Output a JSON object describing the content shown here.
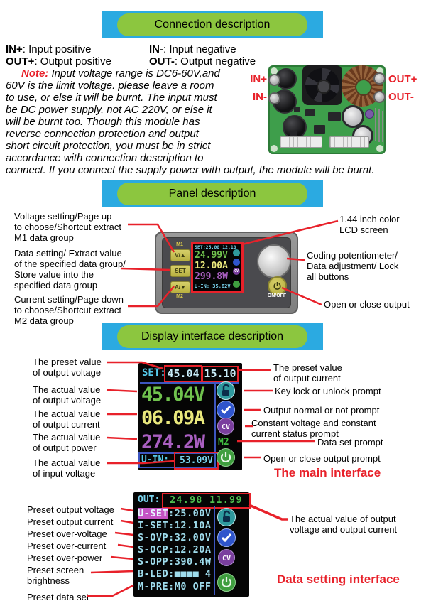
{
  "colors": {
    "accent_red": "#E8212A",
    "header_blue": "#2BAAE1",
    "header_green": "#8CC63F",
    "lcd_cyan": "#55C8E8",
    "lcd_green": "#70C24E",
    "lcd_yellow": "#E9E87C",
    "lcd_purple": "#A95FC0"
  },
  "connection": {
    "header": "Connection description",
    "terms": {
      "in_plus": "IN+",
      "in_plus_desc": ": Input positive",
      "in_minus": "IN-",
      "in_minus_desc": ": Input negative",
      "out_plus": "OUT+",
      "out_plus_desc": ": Output positive",
      "out_minus": "OUT-",
      "out_minus_desc": ": Output negative"
    },
    "note_label": "Note:",
    "note_lines": [
      "Input voltage range is DC6-60V,and",
      "60V is the limit voltage. please leave a room",
      "to use, or else it will be burnt. The input must",
      "be DC power supply, not AC 220V, or else it",
      "will be burnt too. Though this module has",
      "reverse connection protection and output",
      "short circuit protection, you must be in strict",
      "accordance with connection description to",
      "connect. If you connect the supply power with output, the module will be burnt."
    ],
    "board_labels": {
      "in_plus": "IN+",
      "in_minus": "IN-",
      "out_plus": "OUT+",
      "out_minus": "OUT-"
    }
  },
  "panel": {
    "header": "Panel description",
    "left_labels": [
      [
        "Voltage setting/Page up",
        "to choose/Shortcut extract",
        "M1 data group"
      ],
      [
        "Data setting/ Extract value",
        "of the specified data group/",
        "Store value into the",
        "specified data group"
      ],
      [
        "Current setting/Page down",
        "to choose/Shortcut extract",
        "M2 data group"
      ]
    ],
    "right_labels": [
      [
        "1.44 inch color",
        "LCD screen"
      ],
      [
        "Coding potentiometer/",
        "Data adjustment/ Lock",
        "all buttons"
      ],
      [
        "Open or close output"
      ]
    ],
    "device": {
      "m1": "M1",
      "m2": "M2",
      "btn_voltage": "V/▲",
      "btn_set": "SET",
      "btn_current": "A/▼",
      "onoff": "ON/OFF",
      "lcd": {
        "top": "SET:25.00 12.10",
        "voltage": "24.99V",
        "current": "12.00A",
        "power": "299.8W",
        "input": "U-IN: 35.62V",
        "cv": "CV"
      }
    }
  },
  "display": {
    "header": "Display interface description",
    "main": {
      "left_labels": [
        [
          "The preset value",
          "of output voltage"
        ],
        [
          "The actual value",
          "of output voltage"
        ],
        [
          "The actual value",
          "of output current"
        ],
        [
          "The actual value",
          "of output power"
        ],
        [
          "The actual value",
          "of input voltage"
        ]
      ],
      "right_labels": {
        "preset_current": [
          "The preset value",
          "of output current"
        ],
        "key_lock": "Key lock or unlock prompt",
        "output_normal": "Output normal or not prompt",
        "cv_cc": [
          "Constant voltage and constant",
          "current status prompt"
        ],
        "data_set": "Data set prompt",
        "open_close": "Open or close output prompt"
      },
      "caption": "The main interface",
      "lcd": {
        "set_label": "SET:",
        "preset_voltage": "45.04",
        "preset_current": "15.10",
        "voltage": "45.04V",
        "current": "06.09A",
        "power": "274.2W",
        "uin_label": "U-IN:",
        "input_voltage": "53.09V",
        "m2": "M2",
        "cv": "CV"
      }
    },
    "setting": {
      "left_labels": [
        [
          "Preset output voltage"
        ],
        [
          "Preset output current"
        ],
        [
          "Preset over-voltage"
        ],
        [
          "Preset over-current"
        ],
        [
          "Preset over-power"
        ],
        [
          "Preset screen",
          "brightness"
        ],
        [
          "Preset data set"
        ]
      ],
      "right_label": [
        "The actual value of output",
        "voltage and output current"
      ],
      "caption": "Data setting interface",
      "lcd": {
        "out_label": "OUT:",
        "out_values": "24.98 11.99",
        "cv": "CV",
        "rows": [
          {
            "name": "U-SET",
            "value": ":25.00V"
          },
          {
            "name": "I-SET",
            "value": ":12.10A"
          },
          {
            "name": "S-OVP",
            "value": ":32.00V"
          },
          {
            "name": "S-OCP",
            "value": ":12.20A"
          },
          {
            "name": "S-OPP",
            "value": ":390.4W"
          },
          {
            "name": "B-LED",
            "value": ":■■■■ 4"
          },
          {
            "name": "M-PRE",
            "value": ":M0 OFF"
          }
        ]
      }
    }
  }
}
